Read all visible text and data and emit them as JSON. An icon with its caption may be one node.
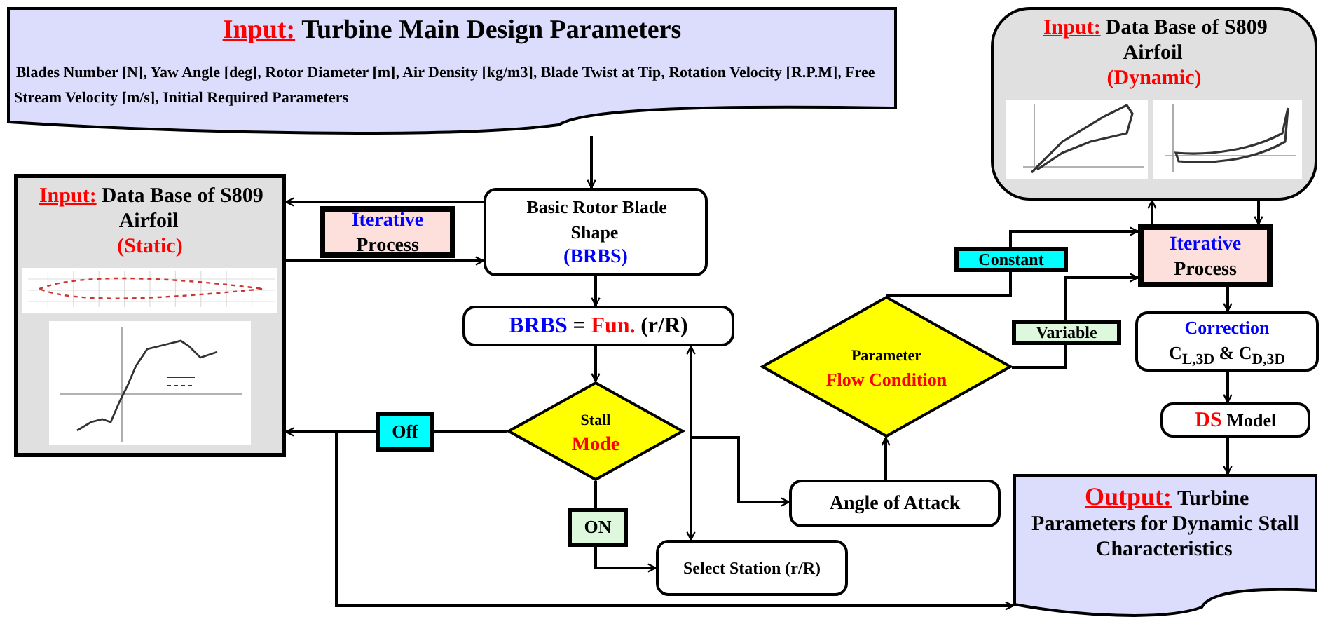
{
  "diagram": {
    "nodes": [
      {
        "text": [
          "Input:",
          "Turbine Main Design Parameters",
          "Blades Number [N], Yaw Angle [deg], Rotor Diameter [m], Air Density [kg/m3], Blade Twist at Tip, Rotation Velocity [R.P.M], Free Stream Velocity [m/s], Initial Required Parameters"
        ]
      },
      {
        "text": [
          "Input:",
          "Data Base of S809 Airfoil",
          "(Dynamic)"
        ]
      },
      {
        "text": [
          "Input:",
          "Data Base of S809 Airfoil",
          "(Static)"
        ]
      },
      {
        "text": [
          "Iterative",
          "Process"
        ]
      },
      {
        "text": [
          "Basic Rotor Blade Shape",
          "(BRBS)"
        ]
      },
      {
        "text": [
          "BRBS",
          "=",
          "Fun.",
          "(r/R)"
        ]
      },
      {
        "text": [
          "Iterative",
          "Process"
        ]
      },
      {
        "text": [
          "Constant"
        ]
      },
      {
        "text": [
          "Parameter",
          "Flow Condition"
        ]
      },
      {
        "text": [
          "Variable"
        ]
      },
      {
        "text": [
          "Correction",
          "C$_{L,3D}$ & C$_{D,3D}$"
        ]
      },
      {
        "text": [
          "Stall",
          "Mode"
        ]
      },
      {
        "text": [
          "Off"
        ]
      },
      {
        "text": [
          "DS",
          "Model"
        ]
      },
      {
        "text": [
          "Angle of Attack"
        ]
      },
      {
        "text": [
          "ON"
        ]
      },
      {
        "text": [
          "Select Station (r/R)"
        ]
      },
      {
        "text": [
          "Output:",
          "Turbine Parameters for Dynamic Stall Characteristics"
        ]
      }
    ],
    "edges": [
      {
        "from": 0,
        "to": 4,
        "arrow": "to"
      },
      {
        "from": 4,
        "to": 2,
        "arrow": "to"
      },
      {
        "from": 2,
        "to": 4,
        "arrow": "to"
      },
      {
        "from": 6,
        "to": 1,
        "arrow": "to"
      },
      {
        "from": 1,
        "to": 6,
        "arrow": "to"
      },
      {
        "from": 4,
        "to": 5,
        "arrow": "to"
      },
      {
        "from": 5,
        "to": 11,
        "arrow": "to"
      },
      {
        "from": 11,
        "to": 12,
        "arrow": "none"
      },
      {
        "from": 12,
        "to": 2,
        "arrow": "to"
      },
      {
        "from": 12,
        "to": 17,
        "arrow": "to"
      },
      {
        "from": 11,
        "to": 15,
        "arrow": "none"
      },
      {
        "from": 15,
        "to": 16,
        "arrow": "to"
      },
      {
        "from": 16,
        "to": 5,
        "arrow": "both"
      },
      {
        "from": 5,
        "to": 14,
        "arrow": "to"
      },
      {
        "from": 14,
        "to": 8,
        "arrow": "to"
      },
      {
        "from": 8,
        "to": 7,
        "arrow": "none"
      },
      {
        "from": 7,
        "to": 6,
        "arrow": "to"
      },
      {
        "from": 8,
        "to": 9,
        "arrow": "none"
      },
      {
        "from": 9,
        "to": 6,
        "arrow": "to"
      },
      {
        "from": 6,
        "to": 10,
        "arrow": "to"
      },
      {
        "from": 10,
        "to": 13,
        "arrow": "to"
      },
      {
        "from": 13,
        "to": 17,
        "arrow": "to"
      }
    ]
  }
}
